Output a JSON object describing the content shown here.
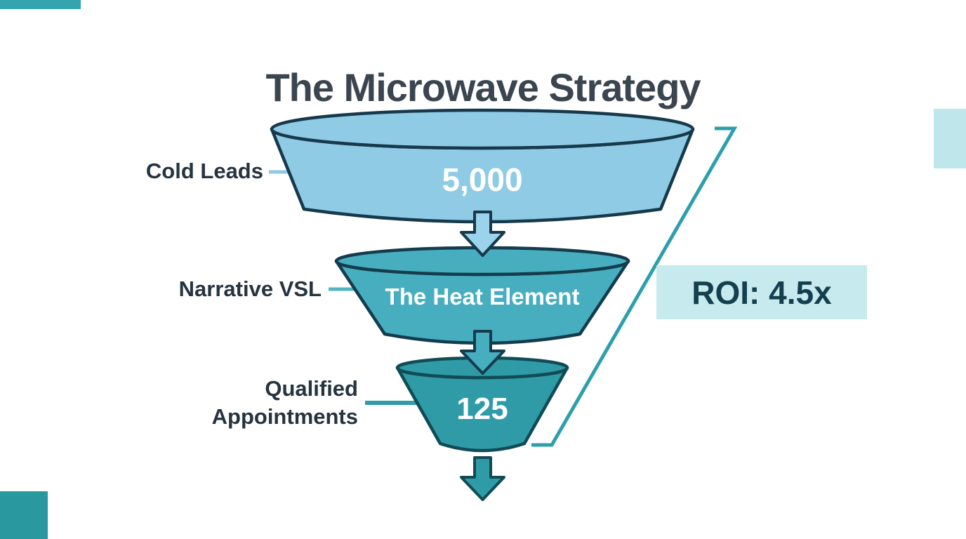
{
  "title": "The Microwave Strategy",
  "stages": [
    {
      "label": "Cold Leads",
      "value": "5,000"
    },
    {
      "label": "Narrative VSL",
      "value": "The Heat Element"
    },
    {
      "label": "Qualified Appointments",
      "label_line1": "Qualified",
      "label_line2": "Appointments",
      "value": "125"
    }
  ],
  "roi": {
    "label": "ROI: 4.5x"
  },
  "colors": {
    "title_text": "#3a4550",
    "label_text": "#263340",
    "stage1_fill": "#8fcbe5",
    "stage2_fill": "#46aebf",
    "stage3_fill": "#2e9ba6",
    "stage_outline_dark": "#16394b",
    "value_text": "#ffffff",
    "bracket_line": "#2d9fac",
    "roi_background": "#c7eaee",
    "roi_text": "#133f4e",
    "accent_square_top_left": "#36a4ae",
    "accent_square_bottom_left": "#29999f",
    "accent_square_right": "#bfe7eb"
  },
  "chart_data": {
    "type": "funnel",
    "title": "The Microwave Strategy",
    "stages": [
      {
        "label": "Cold Leads",
        "value": 5000,
        "display": "5,000"
      },
      {
        "label": "Narrative VSL",
        "display": "The Heat Element"
      },
      {
        "label": "Qualified Appointments",
        "value": 125,
        "display": "125"
      }
    ],
    "annotation": "ROI: 4.5x"
  }
}
